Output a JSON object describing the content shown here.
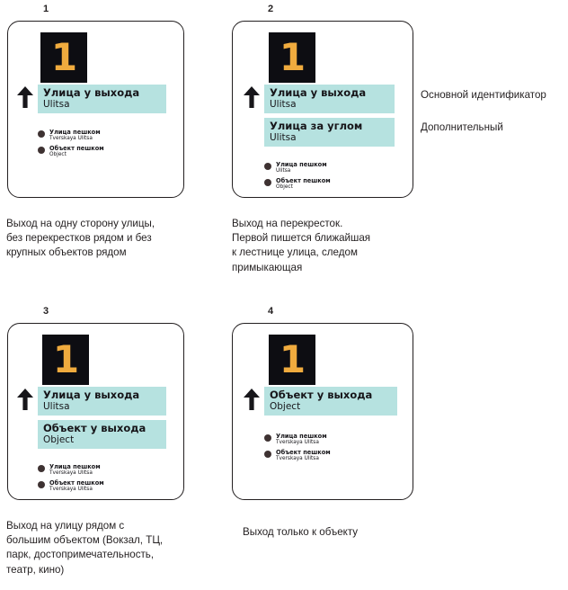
{
  "legend": {
    "primary": "Основной идентификатор",
    "secondary": "Дополнительный"
  },
  "cards": [
    {
      "number": "1",
      "badge_number": "1",
      "arrow": "up-arrow",
      "bars": [
        {
          "ru": "Улица у выхода",
          "en": "Ulitsa"
        }
      ],
      "bullets": [
        {
          "ru": "Улица пешком",
          "en": "Tverskaya Ulitsa"
        },
        {
          "ru": "Объект пешком",
          "en": "Object"
        }
      ],
      "caption": "Выход на одну сторону улицы,\nбез перекрестков рядом и без\nкрупных объектов рядом"
    },
    {
      "number": "2",
      "badge_number": "1",
      "arrow": "up-arrow",
      "bars": [
        {
          "ru": "Улица у выхода",
          "en": "Ulitsa"
        },
        {
          "ru": "Улица за углом",
          "en": "Ulitsa"
        }
      ],
      "bullets": [
        {
          "ru": "Улица пешком",
          "en": "Ulitsa"
        },
        {
          "ru": "Объект пешком",
          "en": "Object"
        }
      ],
      "caption": "Выход на перекресток.\nПервой пишется ближайшая\nк лестнице улица, следом\nпримыкающая"
    },
    {
      "number": "3",
      "badge_number": "1",
      "arrow": "up-arrow",
      "bars": [
        {
          "ru": "Улица у выхода",
          "en": "Ulitsa"
        },
        {
          "ru": "Объект у выхода",
          "en": "Object"
        }
      ],
      "bullets": [
        {
          "ru": "Улица пешком",
          "en": "Tverskaya Ulitsa"
        },
        {
          "ru": "Объект пешком",
          "en": "Tverskaya Ulitsa"
        }
      ],
      "caption": "Выход на улицу рядом с\nбольшим объектом (Вокзал, ТЦ,\nпарк, достопримечательность,\nтеатр, кино)"
    },
    {
      "number": "4",
      "badge_number": "1",
      "arrow": "up-arrow",
      "bars": [
        {
          "ru": "Объект у выхода",
          "en": "Object"
        }
      ],
      "bullets": [
        {
          "ru": "Улица пешком",
          "en": "Tverskaya Ulitsa"
        },
        {
          "ru": "Объект пешком",
          "en": "Tverskaya Ulitsa"
        }
      ],
      "caption": "Выход только к объекту"
    }
  ],
  "colors": {
    "teal_bar": "#b6e2e0",
    "badge_bg": "#0d0d12",
    "badge_num": "#f0ab3e",
    "dot": "#3e3232",
    "outline": "#231f20"
  }
}
